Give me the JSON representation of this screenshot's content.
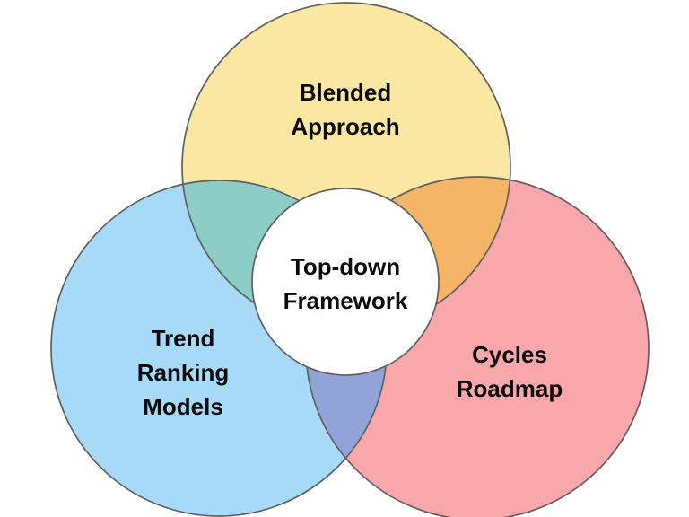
{
  "diagram": {
    "type": "venn-3",
    "background": "#FFFFFF",
    "stroke_color": "#606060",
    "text_color": "#0A0A0A",
    "center": {
      "label": "Top-down\nFramework",
      "fill": "#FFFFFF"
    },
    "circles": [
      {
        "id": "blended-approach",
        "label": "Blended\nApproach",
        "color": "#FAE7A2"
      },
      {
        "id": "trend-ranking-models",
        "label": "Trend\nRanking\nModels",
        "color": "#A7D9F9"
      },
      {
        "id": "cycles-roadmap",
        "label": "Cycles\nRoadmap",
        "color": "#F9A7AB"
      }
    ],
    "overlaps": [
      {
        "id": "blended-trend",
        "between": [
          "Blended Approach",
          "Trend Ranking Models"
        ],
        "color": "#8CCDC5"
      },
      {
        "id": "blended-cycles",
        "between": [
          "Blended Approach",
          "Cycles Roadmap"
        ],
        "color": "#F5B566"
      },
      {
        "id": "trend-cycles",
        "between": [
          "Trend Ranking Models",
          "Cycles Roadmap"
        ],
        "color": "#91A3D7"
      }
    ]
  }
}
